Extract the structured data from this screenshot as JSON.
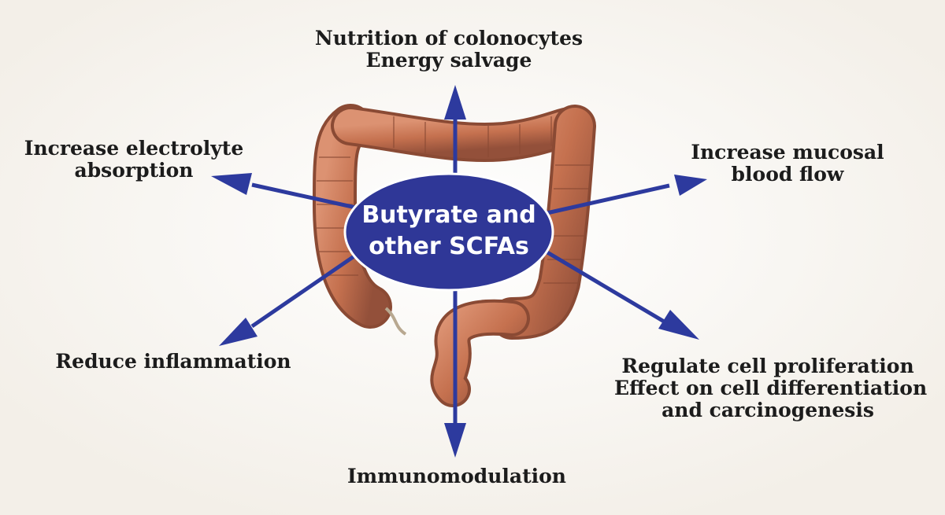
{
  "center": {
    "line1": "Butyrate and",
    "line2": "other SCFAs"
  },
  "labels": {
    "top": [
      "Nutrition of colonocytes",
      "Energy salvage"
    ],
    "upper_left": [
      "Increase electrolyte",
      "absorption"
    ],
    "upper_right": [
      "Increase mucosal",
      "blood flow"
    ],
    "lower_left": [
      "Reduce inflammation"
    ],
    "lower_right": [
      "Regulate cell proliferation",
      "Effect on cell differentiation",
      "and carcinogenesis"
    ],
    "bottom": [
      "Immunomodulation"
    ]
  },
  "colors": {
    "background": "#f7f4ef",
    "arrow": "#2d3a9e",
    "ellipse": "#2f3797",
    "colon": "#c97a5c",
    "colon_dark": "#8a4a34",
    "text": "#1c1c1c"
  },
  "icons": [
    "colon-illustration"
  ]
}
